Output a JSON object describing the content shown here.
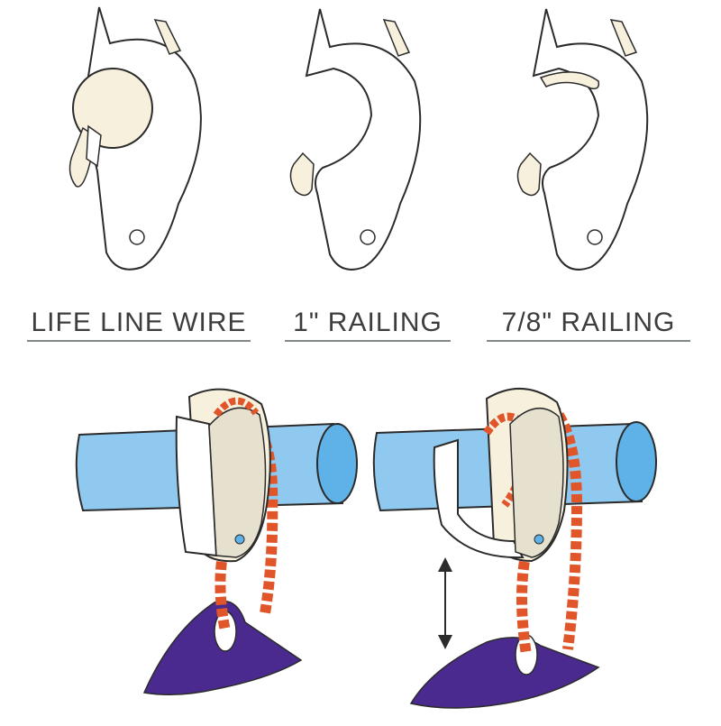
{
  "labels": {
    "lifeline": "LIFE LINE WIRE",
    "rail_1": "1\" RAILING",
    "rail_78": "7/8\" RAILING"
  },
  "colors": {
    "outline": "#2b2b2b",
    "cream": "#f7f0dd",
    "body_fill": "#ffffff",
    "rail_blue": "#8fc9ef",
    "rail_end": "#5fb2e8",
    "rope": "#e0552a",
    "rope_dark": "#a83a1a",
    "sail": "#4b2a8f",
    "clip_shade": "#e6e0cf"
  },
  "icons": [
    "double-arrow-icon"
  ]
}
